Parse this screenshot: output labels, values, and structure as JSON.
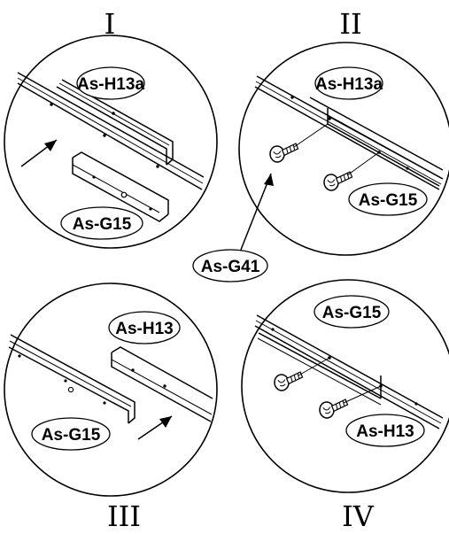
{
  "steps": [
    {
      "numeral": "I",
      "labels": [
        "As-H13a",
        "As-G15"
      ]
    },
    {
      "numeral": "II",
      "labels": [
        "As-H13a",
        "As-G15",
        "As-G41"
      ]
    },
    {
      "numeral": "III",
      "labels": [
        "As-H13",
        "As-G15"
      ]
    },
    {
      "numeral": "IV",
      "labels": [
        "As-G15",
        "As-H13"
      ]
    }
  ]
}
